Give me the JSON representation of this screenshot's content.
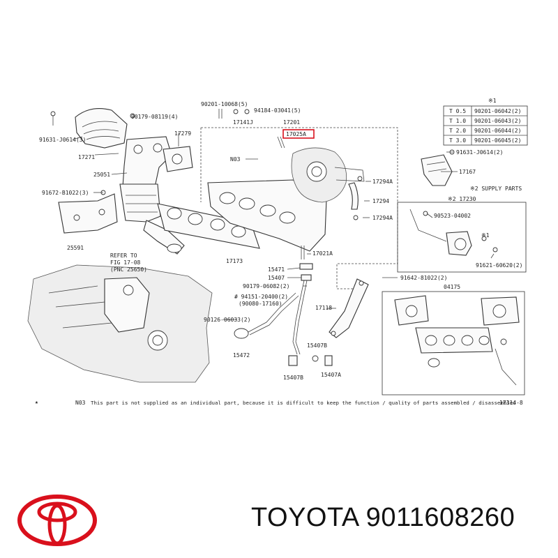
{
  "labels": {
    "p90201_10068": "90201-10068(5)",
    "p94184_03041": "94184-03041(5)",
    "p90179_08119": "90179-08119(4)",
    "p17201": "17201",
    "p17141j": "17141J",
    "p17025a": "17025A",
    "p91631_j0614_l": "91631-J0614(3)",
    "p17271": "17271",
    "p17279": "17279",
    "p25051": "25051",
    "pn03": "N03",
    "p17294a_1": "17294A",
    "p17294": "17294",
    "p17294a_2": "17294A",
    "p91672_b1022": "91672-B1022(3)",
    "p25591": "25591",
    "p17173": "17173",
    "p17021a": "17021A",
    "refer_1": "REFER TO",
    "refer_2": "FIG 17-08",
    "refer_3": "(PNC 25650)",
    "p15471": "15471",
    "p15407_a": "15407",
    "p90179_06082": "90179-06082(2)",
    "p94151_20400": "# 94151-20400(2)",
    "p90080_17160": "(90080-17160)",
    "p90126_06033": "90126-06033(2)",
    "p17118": "17118",
    "p15472": "15472",
    "p15407b_1": "15407B",
    "p15407b_2": "15407B",
    "p15407a": "15407A",
    "p91642_81022": "91642-81022(2)",
    "p04175": "04175",
    "p91631_j0614_r": "91631-J0614(2)",
    "p17167": "17167",
    "supply_parts": "※2 SUPPLY PARTS",
    "p17230": "※2 17230",
    "p90523_04002": "90523-04002",
    "mark_x1": "※1",
    "p91621_60620": "91621-60620(2)",
    "footnote_marker": "★",
    "footnote_code": "N03",
    "footnote_text": "This part is not supplied as an individual part, because it is difficult to keep the function / quality of parts assembled / disassembled",
    "figure_id": "17314-8",
    "table_mark": "※1"
  },
  "thickness_table": {
    "rows": [
      {
        "t": "T 0.5",
        "part": "90201-06042(2)"
      },
      {
        "t": "T 1.0",
        "part": "90201-06043(2)"
      },
      {
        "t": "T 2.0",
        "part": "90201-06044(2)"
      },
      {
        "t": "T 3.0",
        "part": "90201-06045(2)"
      }
    ]
  },
  "brand": {
    "text": "TOYOTA 9011608260",
    "logo_name": "toyota-emblem",
    "logo_color": "#d9101c"
  },
  "colors": {
    "highlight_box": "#d9101c"
  }
}
